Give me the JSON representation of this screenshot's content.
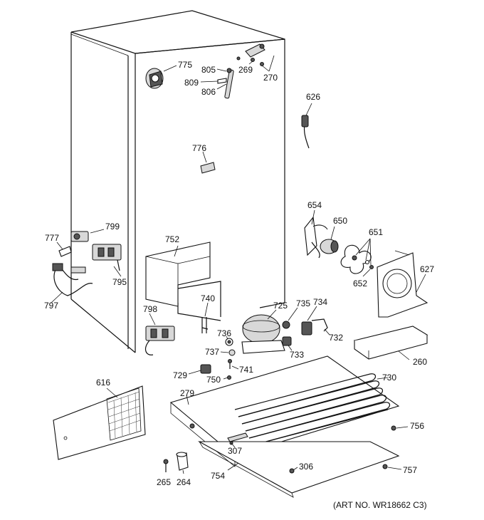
{
  "art_number": "(ART NO. WR18662 C3)",
  "part_labels": {
    "p775": "775",
    "p805": "805",
    "p269": "269",
    "p270": "270",
    "p809": "809",
    "p806": "806",
    "p626": "626",
    "p776": "776",
    "p654": "654",
    "p650": "650",
    "p651": "651",
    "p652": "652",
    "p627": "627",
    "p777": "777",
    "p799": "799",
    "p752": "752",
    "p795": "795",
    "p797": "797",
    "p798": "798",
    "p740": "740",
    "p725": "725",
    "p735": "735",
    "p734": "734",
    "p732": "732",
    "p736": "736",
    "p737": "737",
    "p733": "733",
    "p260": "260",
    "p741": "741",
    "p729": "729",
    "p750": "750",
    "p616": "616",
    "p279": "279",
    "p730": "730",
    "p756": "756",
    "p307": "307",
    "p306": "306",
    "p757": "757",
    "p754": "754",
    "p265": "265",
    "p264": "264"
  }
}
